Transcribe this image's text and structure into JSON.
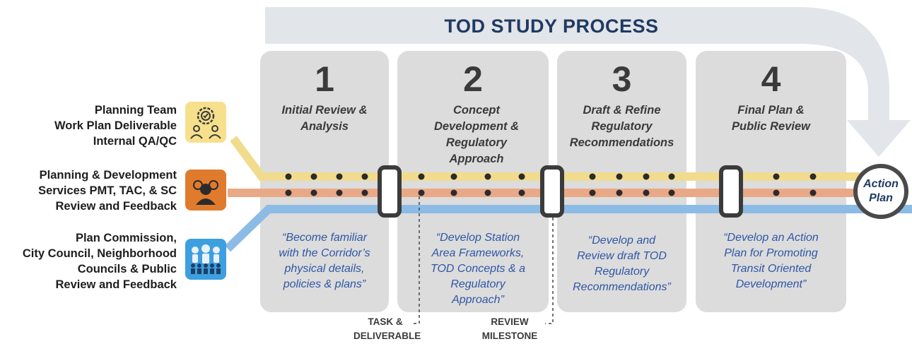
{
  "title": "TOD STUDY PROCESS",
  "phases": [
    {
      "number": "1",
      "name_lines": [
        "Initial Review &",
        "Analysis"
      ],
      "quote_lines": [
        "“Become familiar",
        "with the Corridor’s",
        "physical details,",
        "policies & plans”"
      ]
    },
    {
      "number": "2",
      "name_lines": [
        "Concept",
        "Development &",
        "Regulatory",
        "Approach"
      ],
      "quote_lines": [
        "“Develop Station",
        "Area Frameworks,",
        "TOD Concepts & a",
        "Regulatory",
        "Approach”"
      ]
    },
    {
      "number": "3",
      "name_lines": [
        "Draft & Refine",
        "Regulatory",
        "Recommendations"
      ],
      "quote_lines": [
        "“Develop and",
        "Review draft TOD",
        "Regulatory",
        "Recommendations”"
      ]
    },
    {
      "number": "4",
      "name_lines": [
        "Final Plan &",
        "Public Review"
      ],
      "quote_lines": [
        "“Develop an Action",
        "Plan for Promoting",
        "Transit Oriented",
        "Development”"
      ]
    }
  ],
  "stakeholders": [
    {
      "lines": [
        "Planning Team",
        "Work Plan Deliverable",
        "Internal QA/QC"
      ],
      "icon": "gear-team-icon",
      "color": "#f2d77e"
    },
    {
      "lines": [
        "Planning & Development",
        "Services PMT, TAC, & SC",
        "Review and Feedback"
      ],
      "icon": "group-icon",
      "color": "#e07b2d"
    },
    {
      "lines": [
        "Plan Commission,",
        "City Council, Neighborhood",
        "Councils & Public",
        "Review and Feedback"
      ],
      "icon": "crowd-icon",
      "color": "#3d9fe0"
    }
  ],
  "lines": {
    "yellow": "#f1dc8e",
    "orange": "#e9a986",
    "blue": "#8cbbe6"
  },
  "legend": {
    "task": [
      "TASK &",
      "DELIVERABLE"
    ],
    "review": [
      "REVIEW",
      "MILESTONE"
    ]
  },
  "end_node": [
    "Action",
    "Plan"
  ]
}
